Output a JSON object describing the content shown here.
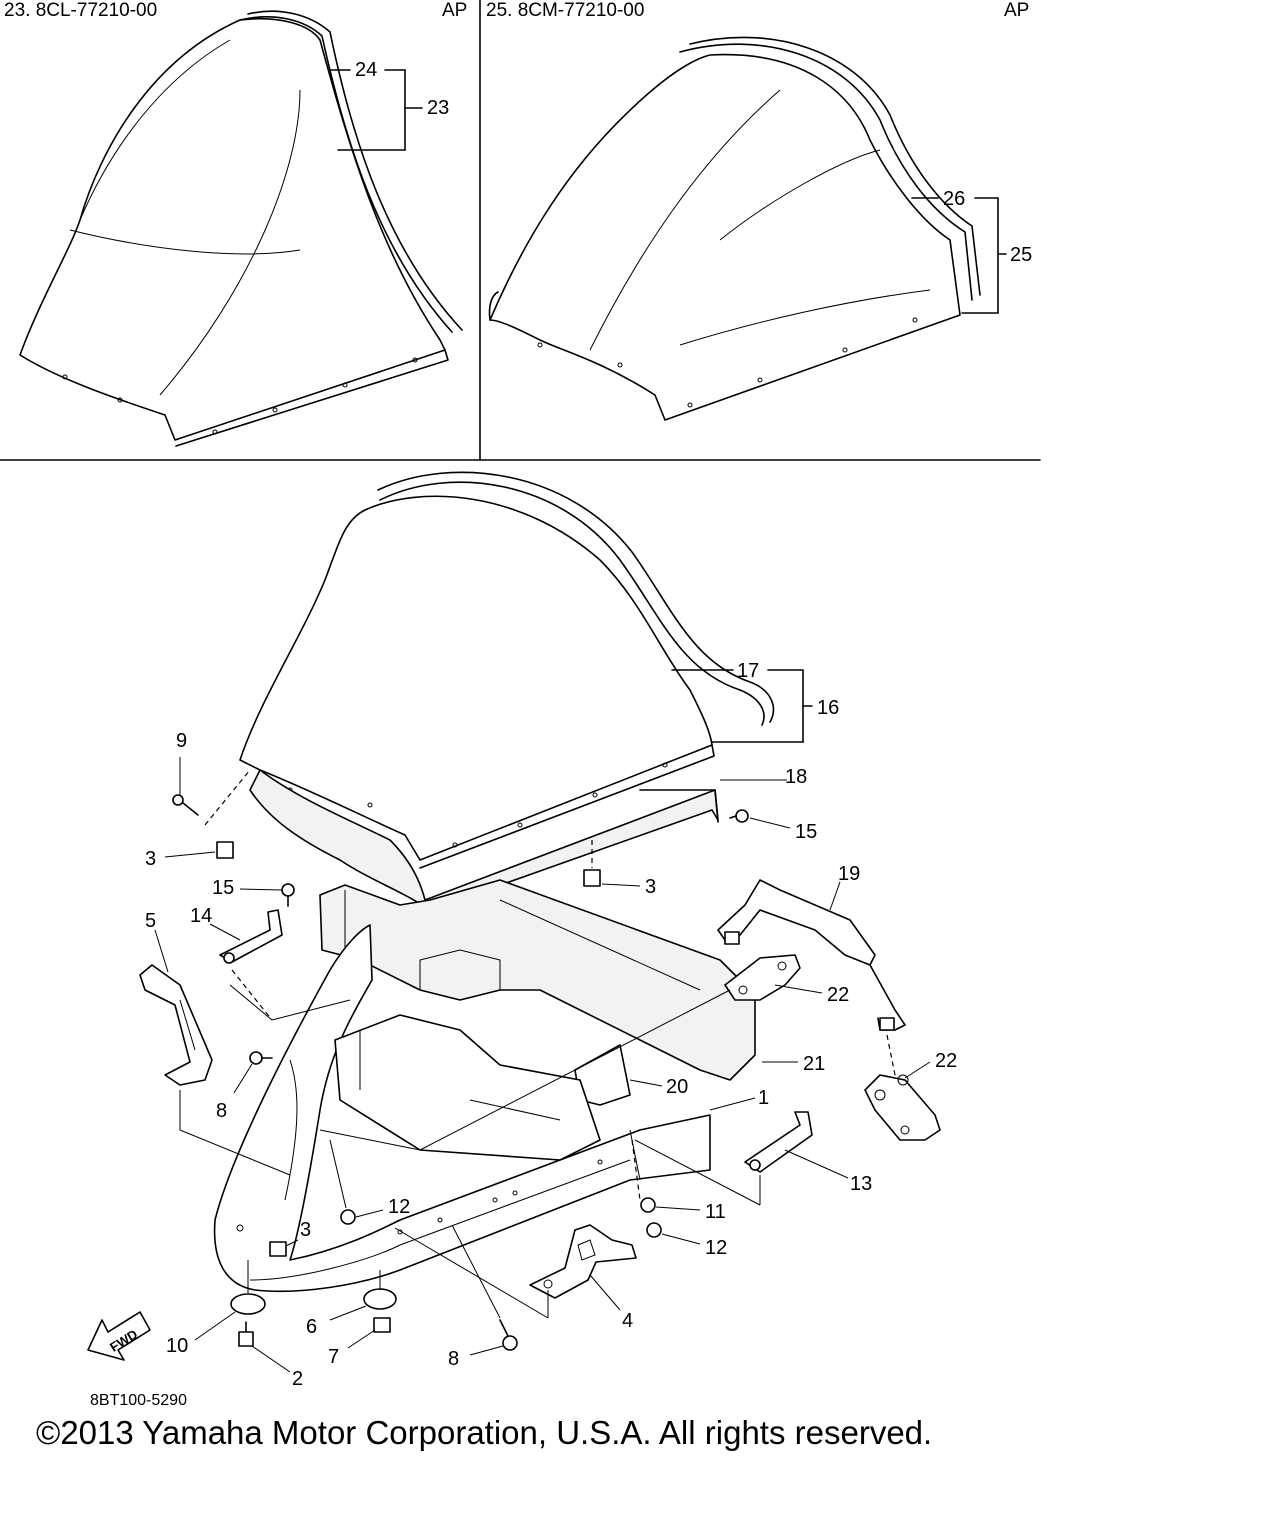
{
  "panels": {
    "left": {
      "header": "23. 8CL-77210-00",
      "tag": "AP"
    },
    "right": {
      "header": "25. 8CM-77210-00",
      "tag": "AP"
    }
  },
  "callouts": {
    "p24": "24",
    "p23": "23",
    "p26": "26",
    "p25": "25",
    "p17": "17",
    "p16": "16",
    "p18": "18",
    "p9": "9",
    "p3a": "3",
    "p3b": "3",
    "p3c": "3",
    "p15a": "15",
    "p15b": "15",
    "p14": "14",
    "p5": "5",
    "p19": "19",
    "p22a": "22",
    "p22b": "22",
    "p21": "21",
    "p20": "20",
    "p1": "1",
    "p8a": "8",
    "p8b": "8",
    "p13": "13",
    "p12a": "12",
    "p12b": "12",
    "p11": "11",
    "p4": "4",
    "p10": "10",
    "p2": "2",
    "p6": "6",
    "p7": "7"
  },
  "fwd_label": "FWD",
  "diagram_code": "8BT100-5290",
  "copyright": "©2013 Yamaha Motor Corporation, U.S.A. All rights reserved."
}
